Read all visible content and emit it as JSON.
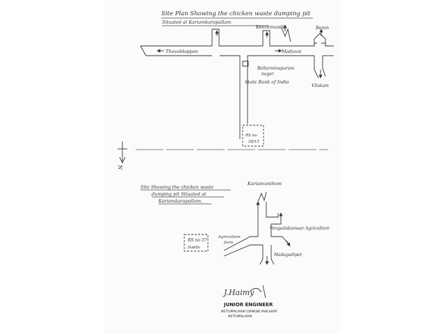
{
  "map1": {
    "title_line1": "Site Plan Showing the chicken waste dumping pit",
    "title_line2": "Situated at Kariamkarapallam",
    "labels": {
      "keezhmundi": "Keezhmundi",
      "benin": "Benin",
      "thuvaldappan": "Thuvaldappan",
      "maduvai": "Maduvai",
      "bellarmin": "Bellarminapuram",
      "bellarmin2": "nagar",
      "state_bank": "State Bank of India",
      "vilukam": "Vilukam",
      "rs_no_1": "RS no",
      "rs_no_2": "28/15"
    }
  },
  "north": {
    "label": "N"
  },
  "map2": {
    "title_line1": "Site Showing the chicken waste",
    "title_line2": "dumping pit Situated at",
    "title_line3": "Kariamkarapallam.",
    "labels": {
      "top": "Kariamunthom",
      "right_upper": "Vengadakumaar Agriculture",
      "right_lower": "Madagadipet",
      "left_road_1": "Agriculture",
      "left_road_2": "farm",
      "rs_no": "RS no 37",
      "rs_sub": "Suddu"
    }
  },
  "footer": {
    "signature": "J.Haimy",
    "designation": "JUNIOR ENGINEER",
    "office1": "METTUPPALAYAM COMMUNE PANCHAYAT",
    "office2": "METTUPPALAYAM"
  }
}
